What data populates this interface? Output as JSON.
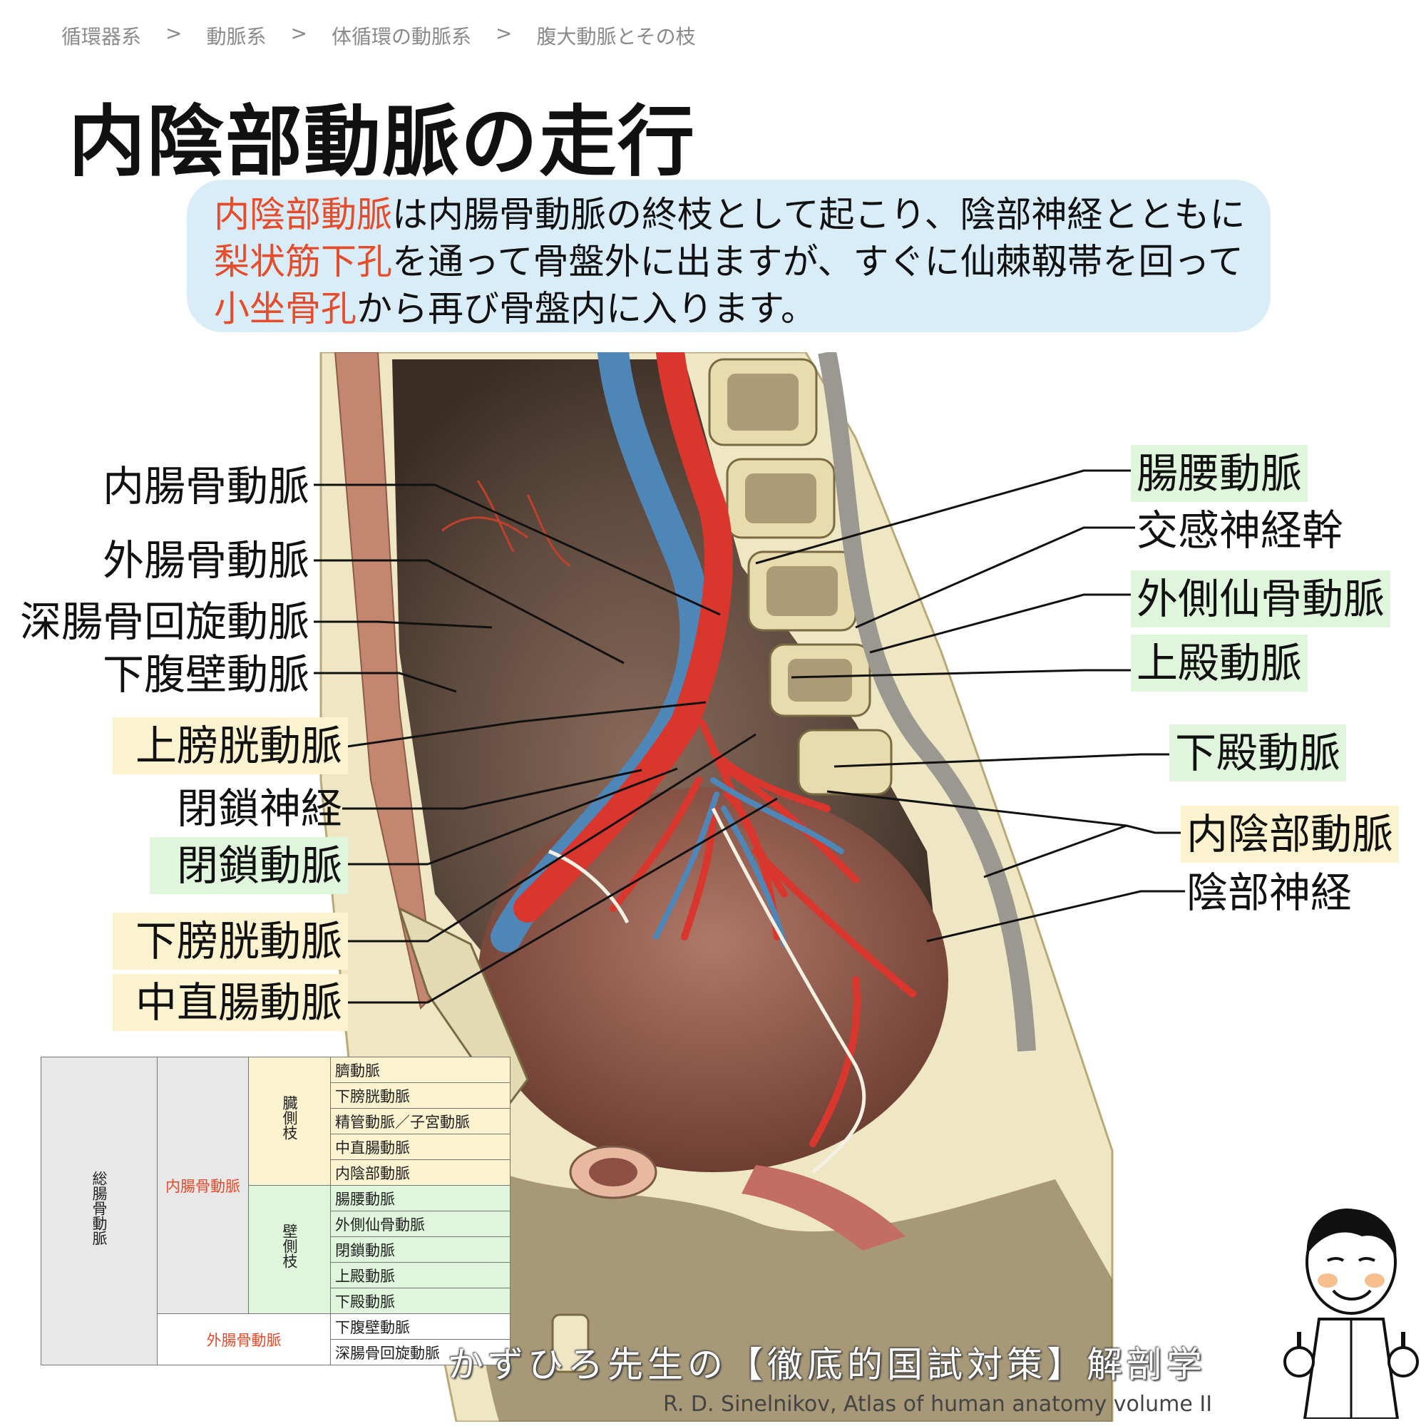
{
  "breadcrumb": {
    "items": [
      "循環器系",
      "動脈系",
      "体循環の動脈系",
      "腹大動脈とその枝"
    ],
    "separator": ">"
  },
  "title": "内陰部動脈の走行",
  "intro": {
    "line1_hl": "内陰部動脈",
    "line1_rest": "は内腸骨動脈の終枝として起こり、陰部神経とともに",
    "line2_hl": "梨状筋下孔",
    "line2_rest": "を通って骨盤外に出ますが、すぐに仙棘靱帯を回って",
    "line3_hl": "小坐骨孔",
    "line3_rest": "から再び骨盤内に入ります。",
    "highlight_color": "#e84b2a",
    "box_color": "#d9edf9"
  },
  "labels_left": [
    {
      "text": "内腸骨動脈",
      "highlight": "none"
    },
    {
      "text": "外腸骨動脈",
      "highlight": "none"
    },
    {
      "text": "深腸骨回旋動脈",
      "highlight": "none"
    },
    {
      "text": "下腹壁動脈",
      "highlight": "none"
    },
    {
      "text": "上膀胱動脈",
      "highlight": "yellow"
    },
    {
      "text": "閉鎖神経",
      "highlight": "none"
    },
    {
      "text": "閉鎖動脈",
      "highlight": "green"
    },
    {
      "text": "下膀胱動脈",
      "highlight": "yellow"
    },
    {
      "text": "中直腸動脈",
      "highlight": "yellow"
    }
  ],
  "labels_right": [
    {
      "text": "腸腰動脈",
      "highlight": "green"
    },
    {
      "text": "交感神経幹",
      "highlight": "none"
    },
    {
      "text": "外側仙骨動脈",
      "highlight": "green"
    },
    {
      "text": "上殿動脈",
      "highlight": "green"
    },
    {
      "text": "下殿動脈",
      "highlight": "green"
    },
    {
      "text": "内陰部動脈",
      "highlight": "yellow"
    },
    {
      "text": "陰部神経",
      "highlight": "none"
    }
  ],
  "branch_table": {
    "root": "総腸骨動脈",
    "internal": "内腸骨動脈",
    "external": "外腸骨動脈",
    "visceral_group": "臓側枝",
    "parietal_group": "壁側枝",
    "visceral": [
      "臍動脈",
      "下膀胱動脈",
      "精管動脈／子宮動脈",
      "中直腸動脈",
      "内陰部動脈"
    ],
    "parietal": [
      "腸腰動脈",
      "外側仙骨動脈",
      "閉鎖動脈",
      "上殿動脈",
      "下殿動脈"
    ],
    "external_branches": [
      "下腹壁動脈",
      "深腸骨回旋動脈"
    ]
  },
  "footer": {
    "brand": "かずひろ先生の【徹底的国試対策】解剖学",
    "credit": "R. D. Sinelnikov,  Atlas of human anatomy volume II"
  },
  "colors": {
    "highlight_yellow": "#fbf2d0",
    "highlight_green": "#dff5dc",
    "artery_red": "#d9362e",
    "vein_blue": "#4f86b8"
  }
}
